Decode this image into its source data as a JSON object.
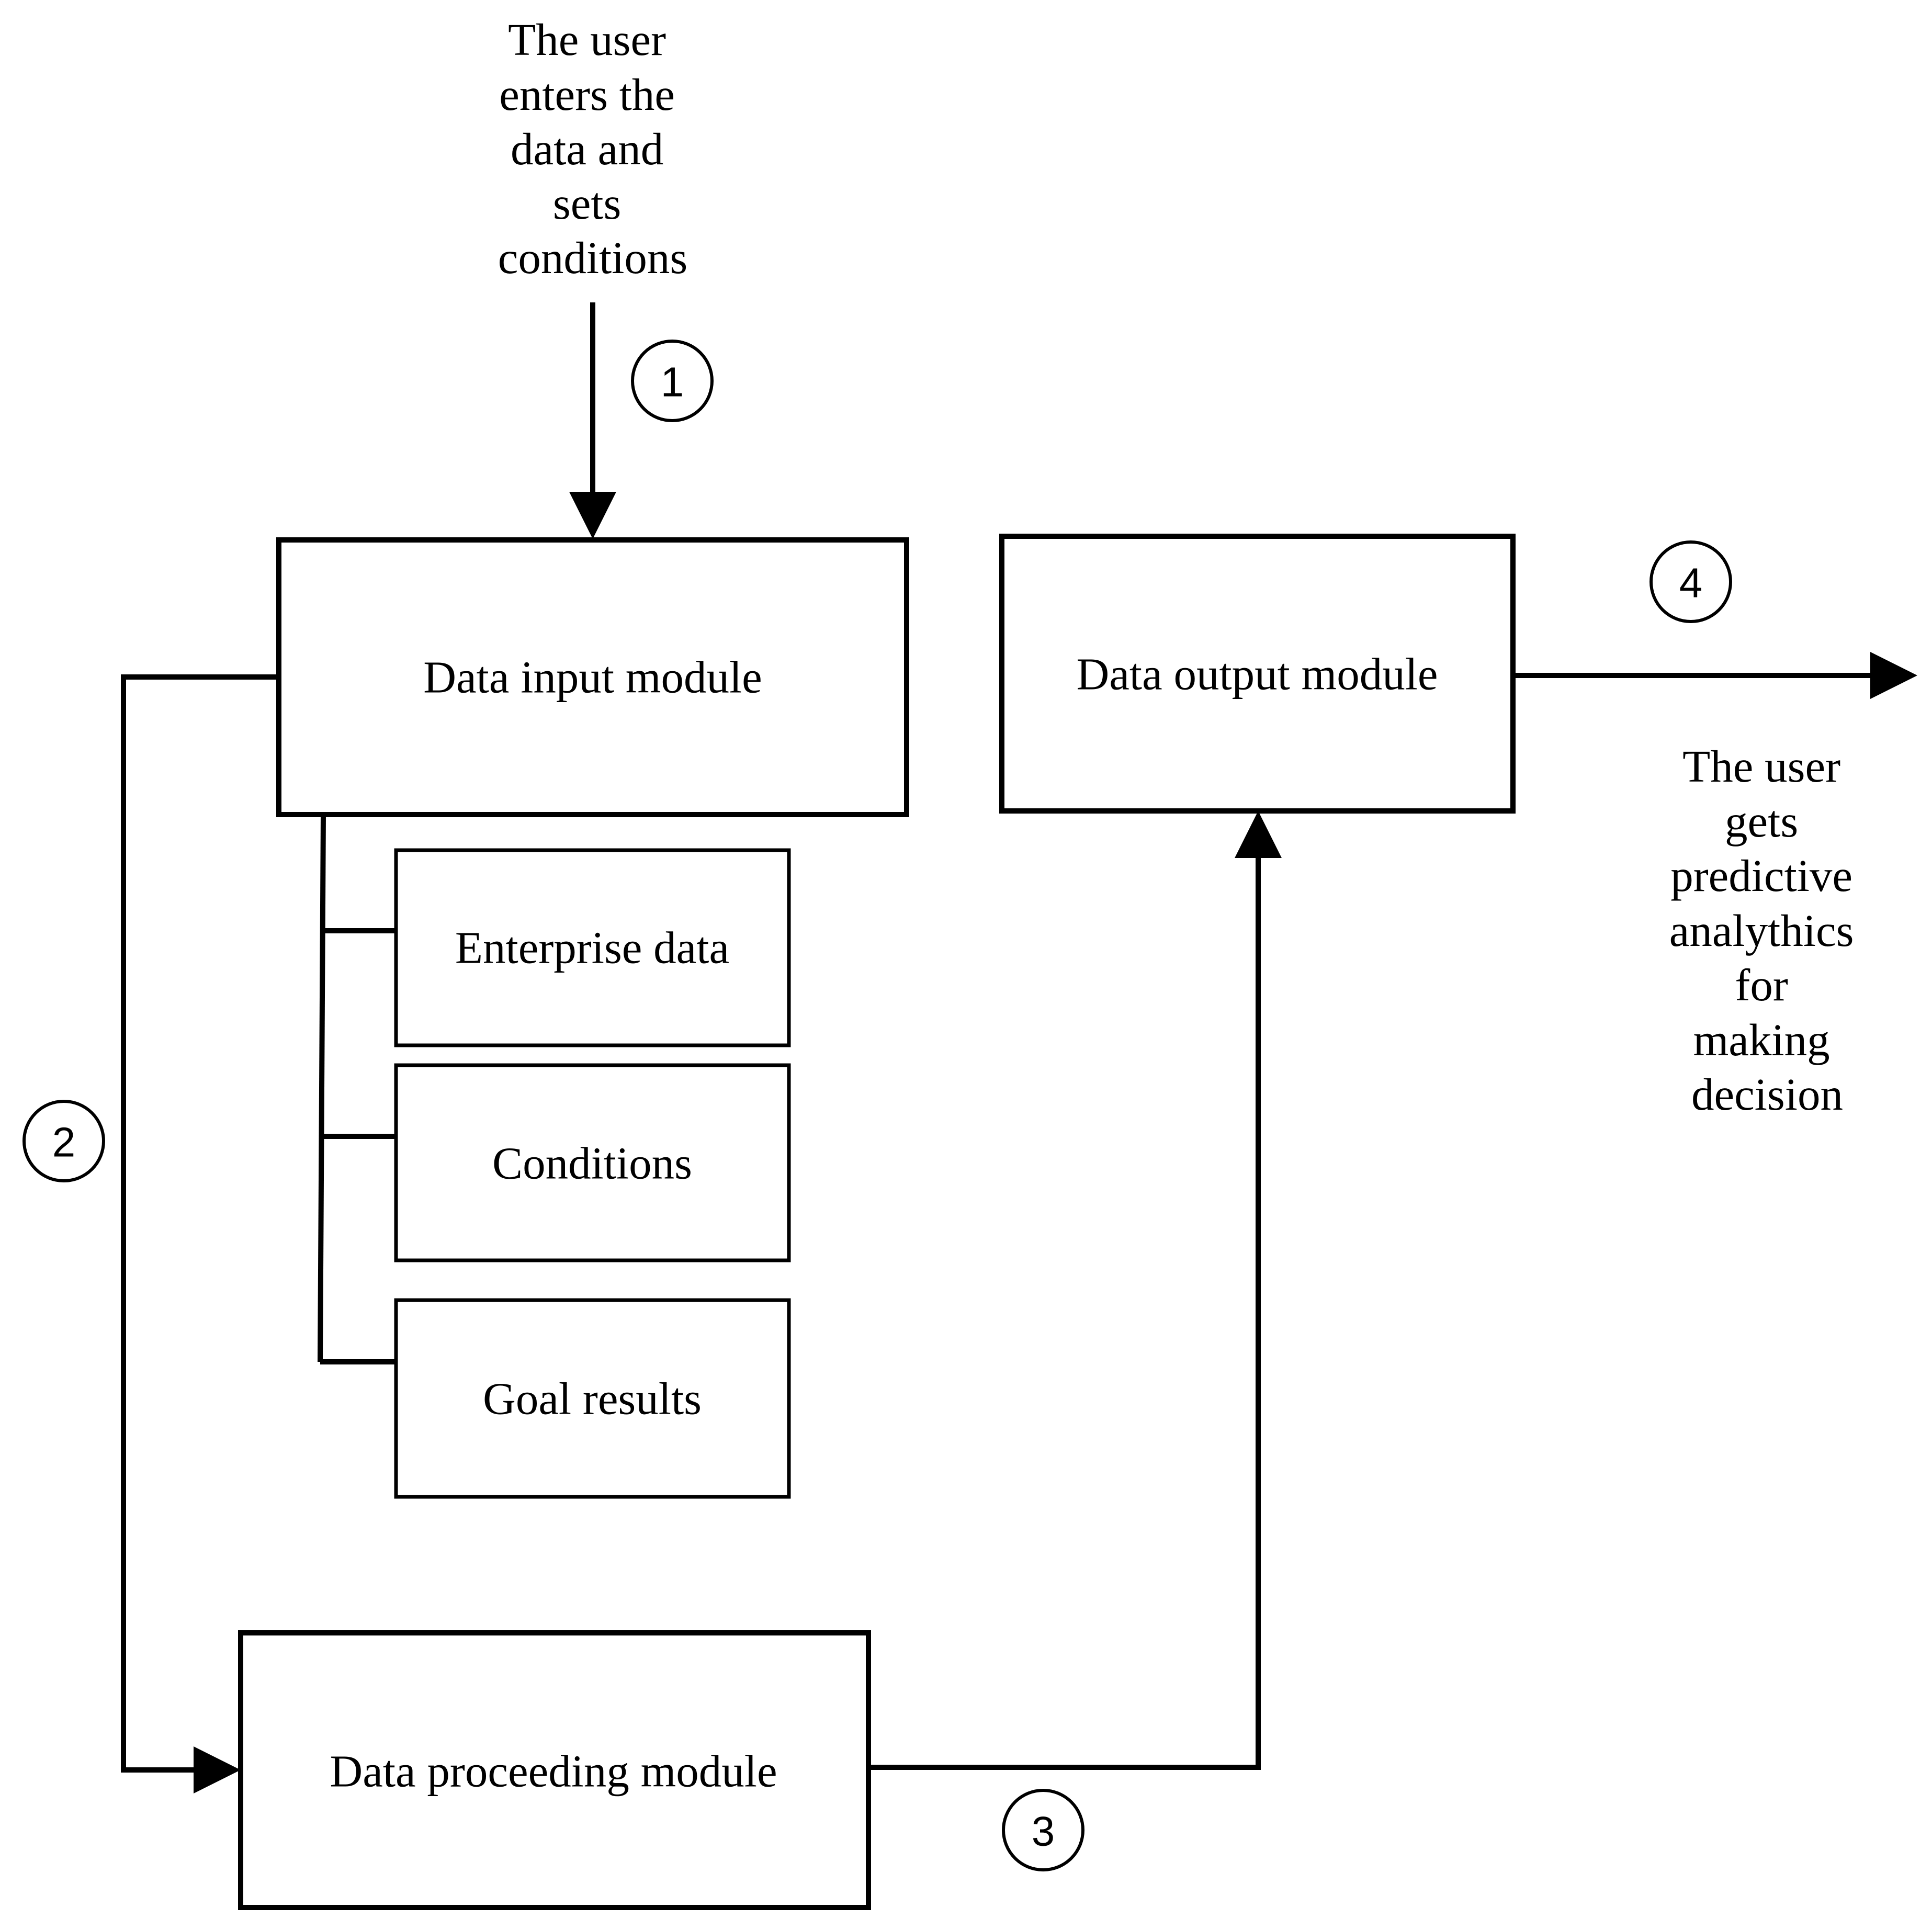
{
  "modules": {
    "input": "Data input module",
    "output": "Data output module",
    "proceeding": "Data proceeding module"
  },
  "sub_items": {
    "enterprise": "Enterprise data",
    "conditions": "Conditions",
    "goals": "Goal results"
  },
  "annotations": {
    "user_input": [
      "The user",
      "enters the",
      "data and",
      "sets",
      "conditions"
    ],
    "user_output": [
      "The user",
      "gets",
      "predictive",
      "analythics",
      "for",
      "making",
      "decision"
    ]
  },
  "steps": {
    "one": "1",
    "two": "2",
    "three": "3",
    "four": "4"
  }
}
